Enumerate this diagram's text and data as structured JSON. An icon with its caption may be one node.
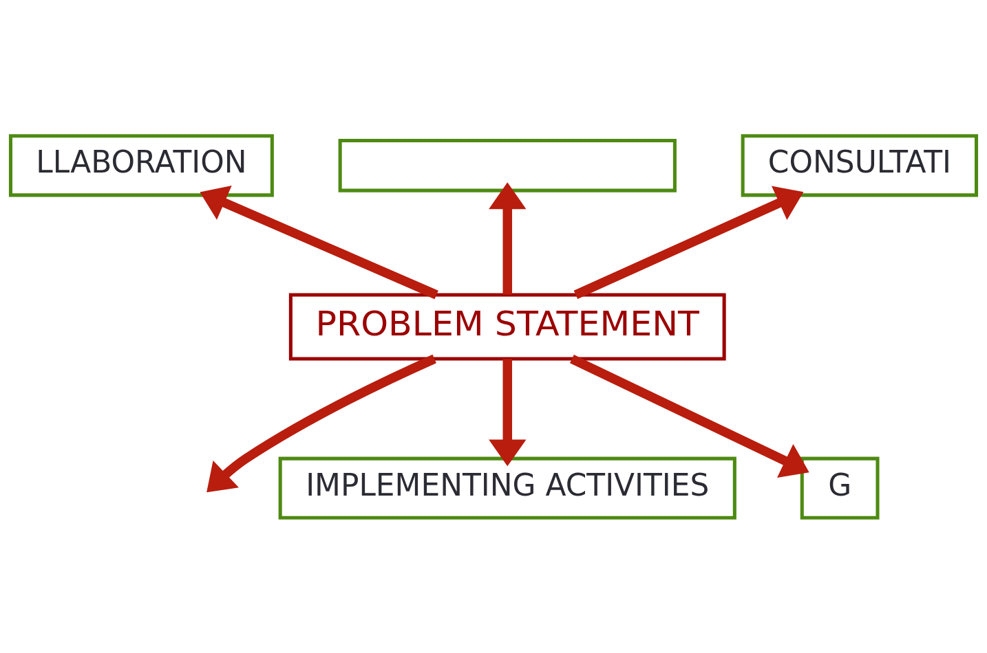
{
  "diagram": {
    "nodes": [
      {
        "text": [],
        "shape": "box"
      },
      {
        "text": [
          "LLABORATION"
        ]
      },
      {
        "text": [
          "CONSULTATI"
        ]
      },
      {
        "text": [
          "PROBLEM STATEMENT"
        ]
      },
      {
        "text": [
          "IMPLEMENTING ACTIVITIES"
        ]
      },
      {
        "text": [
          "G"
        ]
      }
    ],
    "edges": [
      {
        "from": 3,
        "to": 1,
        "arrow": "to"
      },
      {
        "from": 3,
        "to": 0,
        "arrow": "to"
      },
      {
        "from": 3,
        "to": 2,
        "arrow": "to"
      },
      {
        "from": 3,
        "to": null,
        "arrow": "to"
      },
      {
        "from": 3,
        "to": 4,
        "arrow": "to"
      },
      {
        "from": 3,
        "to": 5,
        "arrow": "to"
      }
    ]
  }
}
